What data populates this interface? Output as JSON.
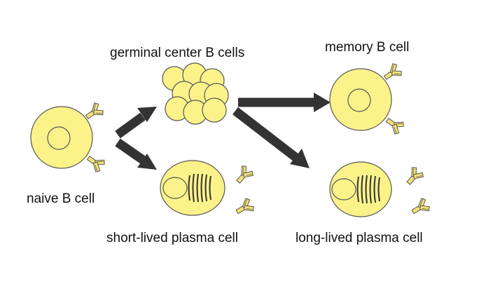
{
  "labels": {
    "germinal_center": "germinal center B cells",
    "memory": "memory B cell",
    "naive": "naive B cell",
    "short_lived": "short-lived plasma cell",
    "long_lived": "long-lived plasma cell"
  },
  "colors": {
    "cell_fill": "#fbf38a",
    "cell_stroke": "#555555",
    "antibody_fill": "#f2e277",
    "arrow": "#333333",
    "text": "#111111"
  },
  "icons": {
    "antibody": "y-shaped-antibody-icon",
    "arrow": "thick-block-arrow-icon"
  }
}
